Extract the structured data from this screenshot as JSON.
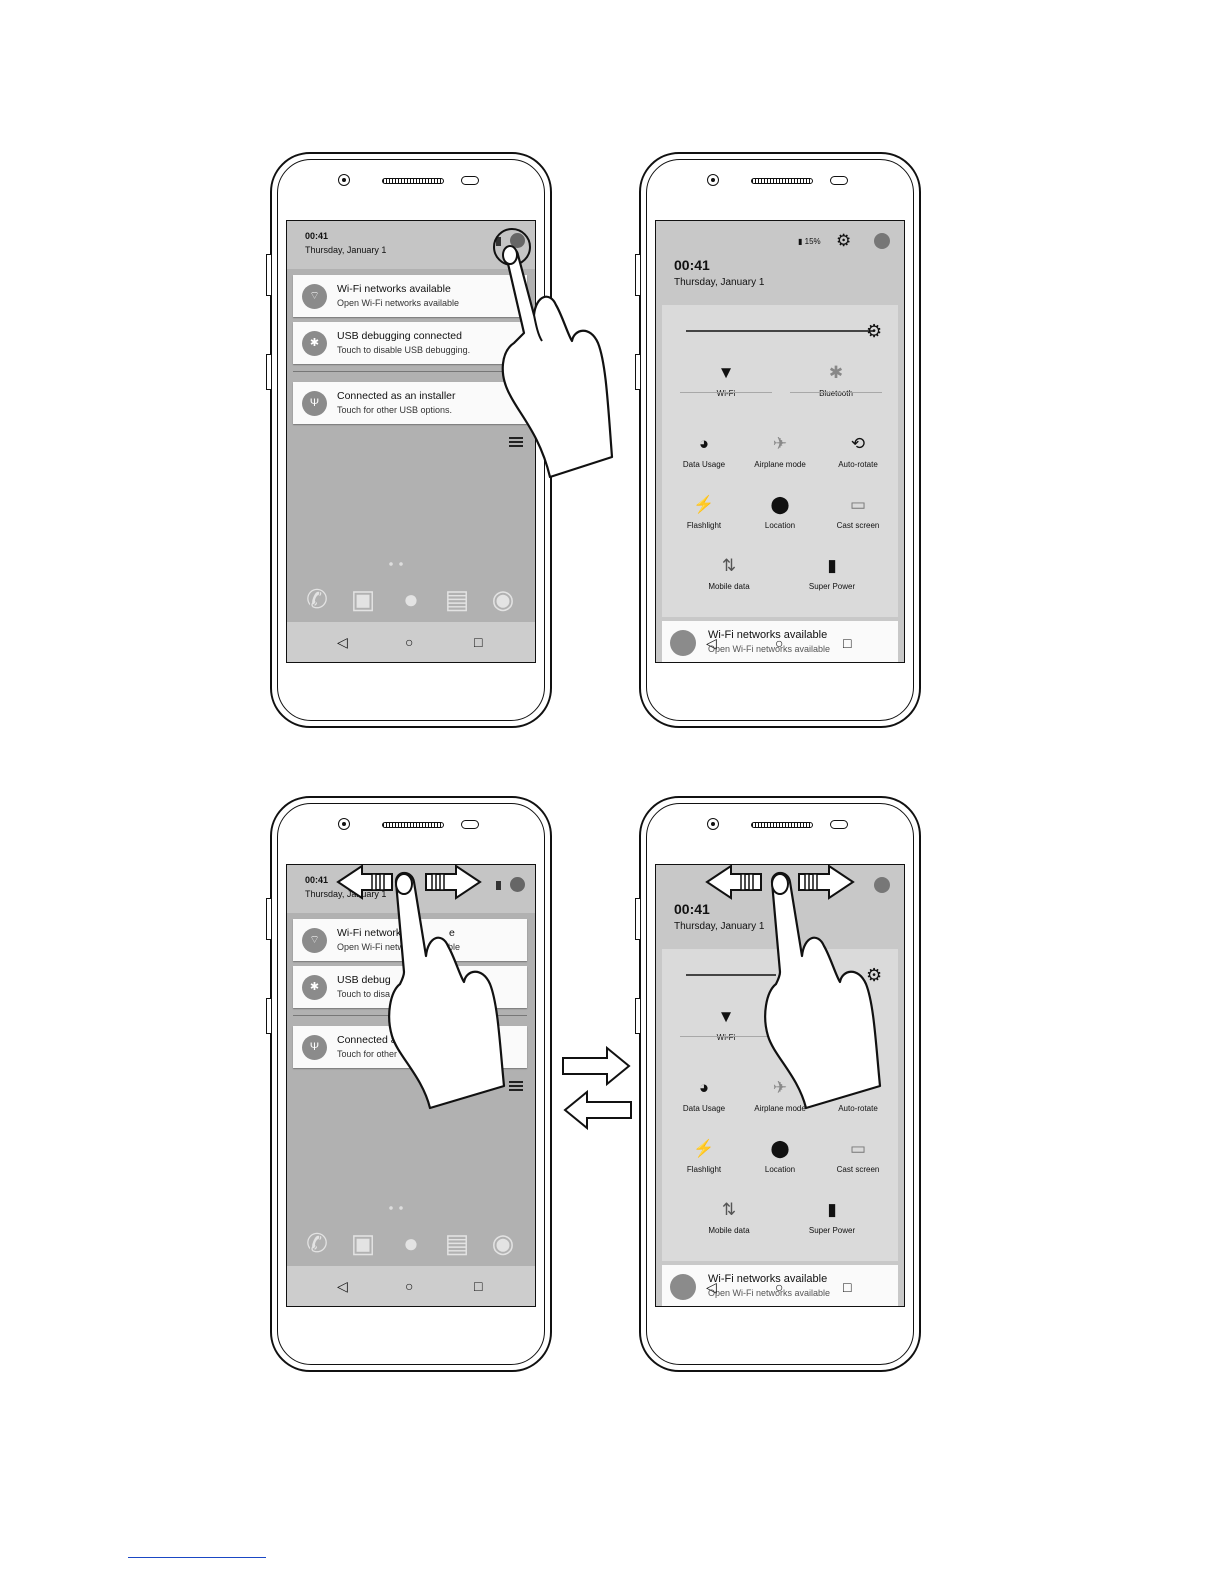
{
  "shade": {
    "time": "00:41",
    "date": "Thursday, January 1",
    "notifications": [
      {
        "title": "Wi-Fi networks available",
        "subtitle": "Open Wi-Fi networks available"
      },
      {
        "title": "USB debugging connected",
        "subtitle": "Touch to disable USB debugging."
      },
      {
        "title": "Connected as an installer",
        "subtitle": "Touch for other USB options."
      }
    ]
  },
  "quick_settings": {
    "battery": "15%",
    "time": "00:41",
    "date": "Thursday, January 1",
    "tiles": {
      "wifi": "Wi-Fi",
      "bluetooth": "Bluetooth",
      "data_usage": "Data Usage",
      "airplane": "Airplane mode",
      "autorotate": "Auto-rotate",
      "flashlight": "Flashlight",
      "location": "Location",
      "cast": "Cast screen",
      "mobile_data": "Mobile data",
      "super_power": "Super Power"
    },
    "notification": {
      "title": "Wi-Fi networks available",
      "subtitle": "Open Wi-Fi networks available"
    }
  },
  "partial": {
    "n1_title": "Wi-Fi network",
    "n1_tail": "e",
    "n1_sub": "Open Wi-Fi netw",
    "n1_sub_tail": "able",
    "n2_title": "USB debug",
    "n2_sub": "Touch to disa",
    "n3_title": "Connected a",
    "n3_sub": "Touch for other"
  },
  "icons": {
    "back": "◁",
    "home": "○",
    "recents": "□"
  }
}
